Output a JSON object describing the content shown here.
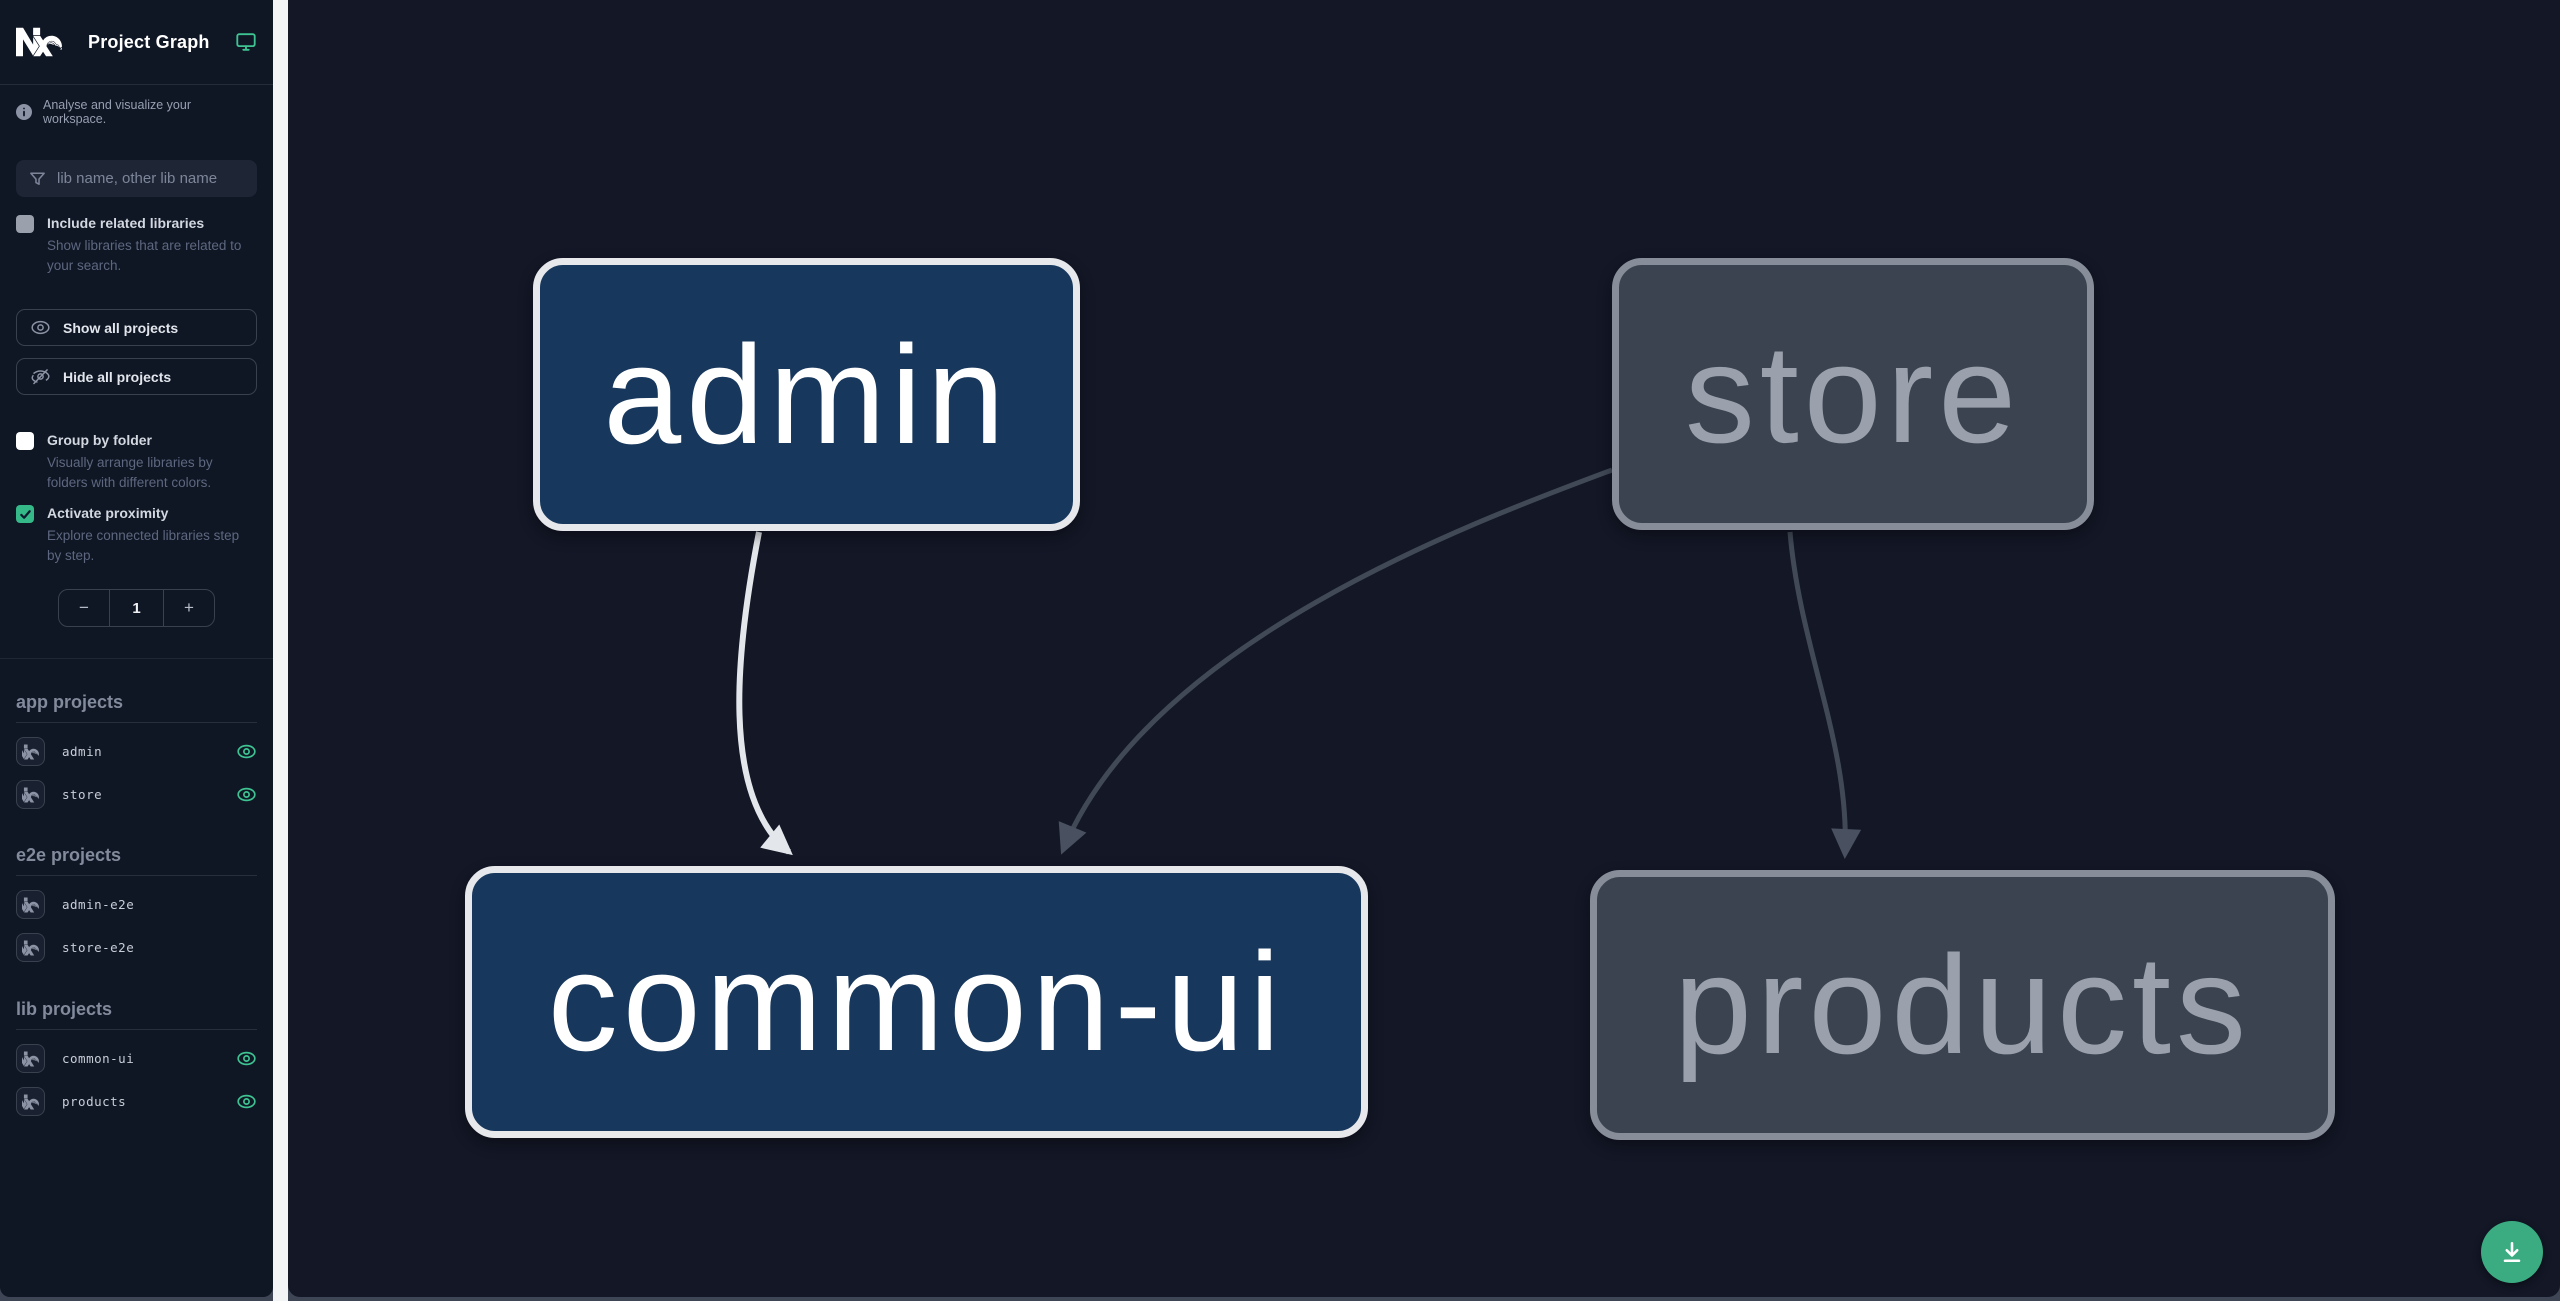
{
  "header": {
    "title": "Project Graph",
    "logo_icon": "nx-logo",
    "screen_icon": "monitor-icon"
  },
  "intro": {
    "text": "Analyse and visualize your workspace."
  },
  "filter": {
    "placeholder": "lib name, other lib name",
    "value": "",
    "icon": "funnel-icon"
  },
  "controls": {
    "include_related": {
      "label": "Include related libraries",
      "description": "Show libraries that are related to your search.",
      "checked": false
    },
    "show_all": {
      "label": "Show all projects",
      "icon": "eye-icon"
    },
    "hide_all": {
      "label": "Hide all projects",
      "icon": "eye-off-icon"
    },
    "group_by_folder": {
      "label": "Group by folder",
      "description": "Visually arrange libraries by folders with different colors.",
      "checked": false
    },
    "activate_proximity": {
      "label": "Activate proximity",
      "description": "Explore connected libraries step by step.",
      "checked": true
    },
    "proximity_stepper": {
      "decrement": "−",
      "value": "1",
      "increment": "+"
    }
  },
  "project_sections": [
    {
      "title": "app projects",
      "items": [
        {
          "name": "admin",
          "visible": true
        },
        {
          "name": "store",
          "visible": true
        }
      ]
    },
    {
      "title": "e2e projects",
      "items": [
        {
          "name": "admin-e2e",
          "visible": false
        },
        {
          "name": "store-e2e",
          "visible": false
        }
      ]
    },
    {
      "title": "lib projects",
      "items": [
        {
          "name": "common-ui",
          "visible": true
        },
        {
          "name": "products",
          "visible": true
        }
      ]
    }
  ],
  "graph": {
    "nodes": [
      {
        "id": "admin",
        "label": "admin",
        "state": "focused"
      },
      {
        "id": "store",
        "label": "store",
        "state": "unfocused"
      },
      {
        "id": "common-ui",
        "label": "common-ui",
        "state": "focused"
      },
      {
        "id": "products",
        "label": "products",
        "state": "unfocused"
      }
    ],
    "edges": [
      {
        "from": "admin",
        "to": "common-ui",
        "state": "focused"
      },
      {
        "from": "store",
        "to": "common-ui",
        "state": "unfocused"
      },
      {
        "from": "store",
        "to": "products",
        "state": "unfocused"
      }
    ]
  },
  "fab": {
    "icon": "download-icon"
  },
  "colors": {
    "sidebar_bg": "#0f1624",
    "canvas_bg": "#131726",
    "accent_teal": "#3ec492",
    "checkbox_checked": "#35b989",
    "focused_node_fill": "#17375c",
    "focused_node_border": "#e6e8eb",
    "unfocused_node_fill": "#3b4350",
    "unfocused_node_border": "#878e9a",
    "focused_edge": "#e3e6ea",
    "unfocused_edge": "#414957",
    "fab_bg": "#3bac81",
    "divider": "#f3f4f6"
  }
}
